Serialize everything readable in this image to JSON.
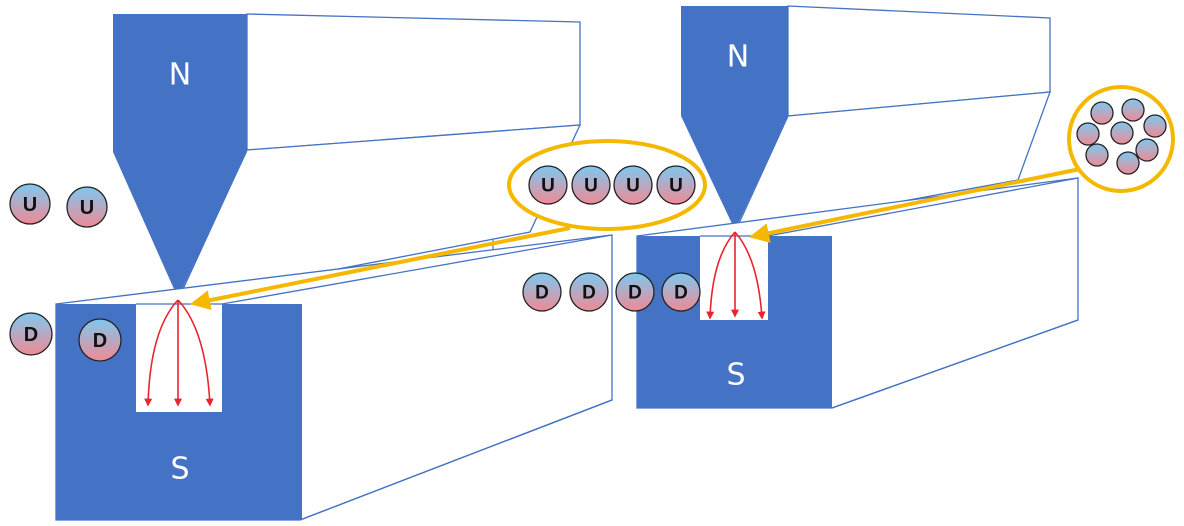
{
  "colors": {
    "magnet": "#4472c4",
    "outline": "#4472c4",
    "field_lines": "#e8242c",
    "highlight": "#f5b800",
    "particle_top": "#7ec8ef",
    "particle_bottom": "#ef8a95"
  },
  "left_magnet": {
    "north_label": "N",
    "south_label": "S",
    "spin_up_particles": [
      "U",
      "U"
    ],
    "spin_down_particles": [
      "D",
      "D"
    ],
    "zoom_callout_particles": [
      "U",
      "U",
      "U",
      "U"
    ]
  },
  "right_magnet": {
    "north_label": "N",
    "south_label": "S",
    "spin_down_particles": [
      "D",
      "D",
      "D",
      "D"
    ],
    "zoom_callout_particle_count": 8
  }
}
